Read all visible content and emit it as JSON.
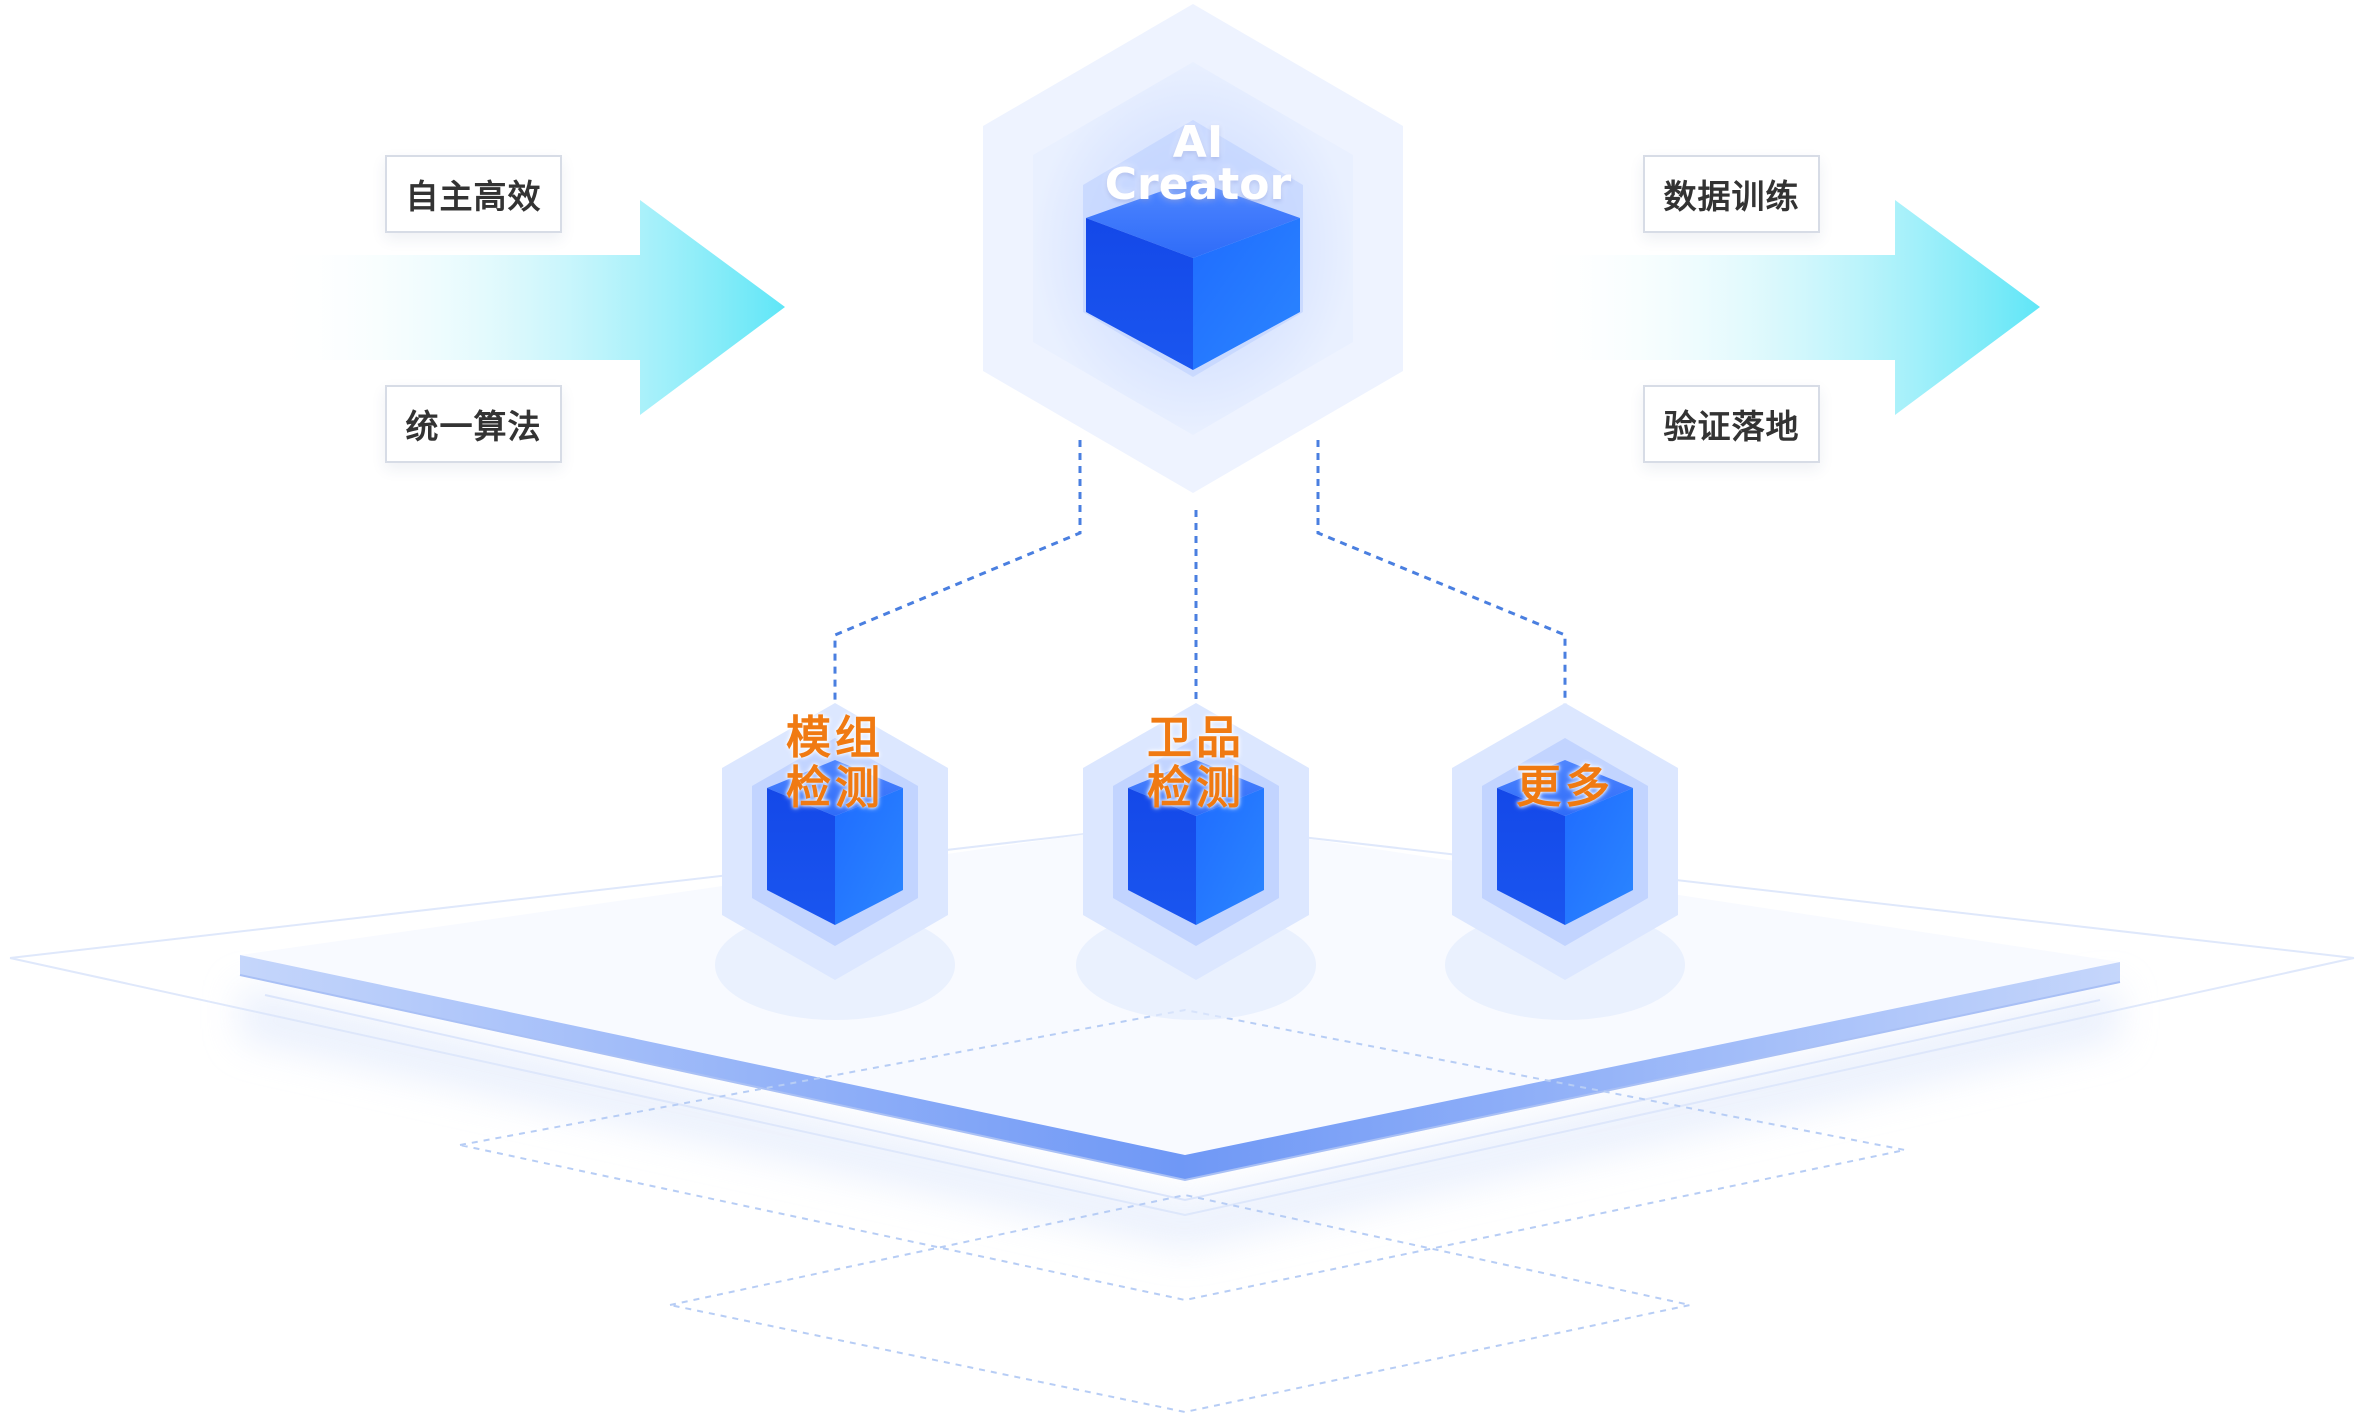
{
  "core": {
    "line1": "AI",
    "line2": "Creator"
  },
  "left_labels": [
    "自主高效",
    "统一算法"
  ],
  "right_labels": [
    "数据训练",
    "验证落地"
  ],
  "modules": [
    {
      "line1": "模组",
      "line2": "检测"
    },
    {
      "line1": "卫品",
      "line2": "检测"
    },
    {
      "line1": "更多",
      "line2": ""
    }
  ],
  "colors": {
    "cube_front": "#1a5cf6",
    "cube_side": "#2e7bff",
    "hex_outer": "#e8f0ff",
    "arrow": "#5fe6f7",
    "module_text": "#f07a12",
    "connector": "#4a7fe0",
    "platform_edge": "#7aa2f7"
  }
}
